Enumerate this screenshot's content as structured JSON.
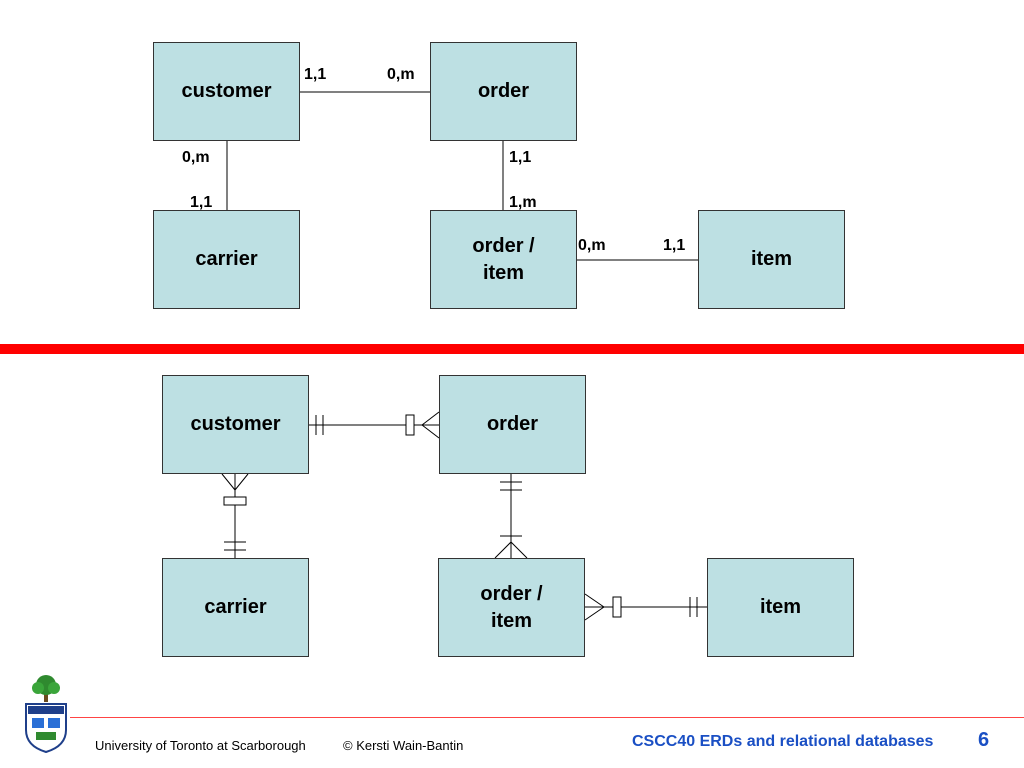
{
  "top_diagram": {
    "entities": {
      "customer": "customer",
      "order": "order",
      "carrier": "carrier",
      "order_item": "order /\nitem",
      "item": "item"
    },
    "cardinalities": {
      "customer_to_order_left": "1,1",
      "customer_to_order_right": "0,m",
      "customer_to_carrier_top": "0,m",
      "customer_to_carrier_bottom": "1,1",
      "order_to_order_item_top": "1,1",
      "order_to_order_item_bottom": "1,m",
      "order_item_to_item_left": "0,m",
      "order_item_to_item_right": "1,1"
    }
  },
  "bottom_diagram": {
    "entities": {
      "customer": "customer",
      "order": "order",
      "carrier": "carrier",
      "order_item": "order /\nitem",
      "item": "item"
    }
  },
  "footer": {
    "institution": "University of Toronto at Scarborough",
    "copyright": "© Kersti Wain-Bantin",
    "course": "CSCC40  ERDs and relational databases",
    "page": "6"
  },
  "colors": {
    "entity_fill": "#bde0e3",
    "divider": "#ff0000",
    "footer_text_accent": "#1a4fc4"
  }
}
